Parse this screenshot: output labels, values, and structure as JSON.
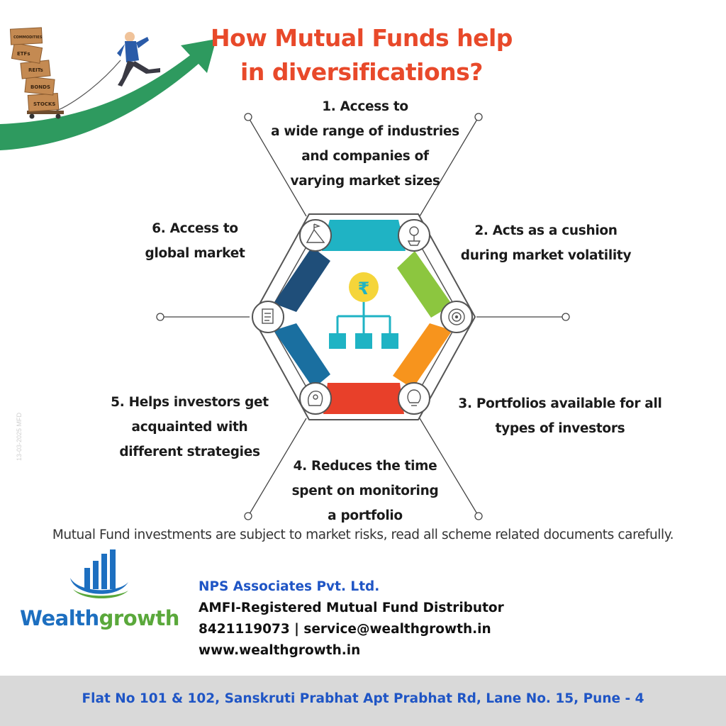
{
  "title": {
    "line1": "How Mutual Funds help",
    "line2": "in diversifications?"
  },
  "illustration": {
    "boxes": [
      "COMMODITIES",
      "ETFs",
      "REITs",
      "BONDS",
      "STOCKS"
    ]
  },
  "points": {
    "p1": [
      "1. Access to",
      "a wide range of industries",
      "and companies of",
      "varying market sizes"
    ],
    "p2": [
      "2. Acts as a cushion",
      "during market volatility"
    ],
    "p3": [
      "3. Portfolios available for all",
      "types of investors"
    ],
    "p4": [
      "4. Reduces the time",
      "spent on monitoring",
      "a portfolio"
    ],
    "p5": [
      "5. Helps investors get",
      "acquainted with",
      "different strategies"
    ],
    "p6": [
      "6. Access to",
      "global market"
    ]
  },
  "center": {
    "symbol": "₹"
  },
  "disclaimer": "Mutual Fund investments are subject to market risks, read all scheme related documents carefully.",
  "brand": {
    "part1": "Wealth",
    "part2": "growth"
  },
  "company": {
    "name": "NPS Associates Pvt. Ltd.",
    "line2": "AMFI-Registered Mutual Fund Distributor",
    "line3": "8421119073 | service@wealthgrowth.in",
    "line4": "www.wealthgrowth.in"
  },
  "footer": {
    "address": "Flat No 101 & 102, Sanskruti Prabhat Apt Prabhat Rd, Lane No. 15, Pune - 4"
  },
  "watermark": "13-03-2025 MFD",
  "colors": {
    "title": "#e8492a",
    "teal": "#1fb3c4",
    "green": "#8cc63f",
    "orange": "#f7941d",
    "red": "#e8402a",
    "blue": "#1a6fa0",
    "navy": "#1f4e79",
    "arrow": "#2e9a5f",
    "company_blue": "#1f55c5"
  }
}
